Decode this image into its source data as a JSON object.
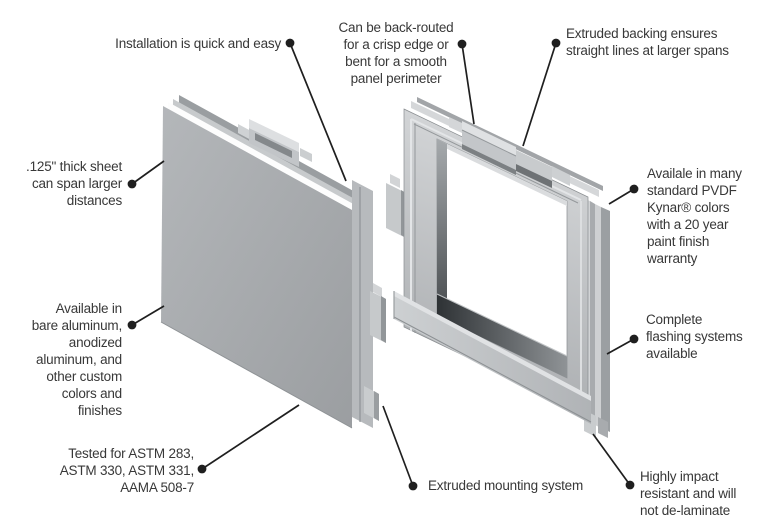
{
  "diagram": {
    "subject": "Exploded view of an aluminum plate panel system with extruded mounting frame",
    "colors": {
      "background": "#ffffff",
      "text": "#383838",
      "leader": "#1f1f1f",
      "metal_light": "#d8dadc",
      "metal_mid": "#b3b6b9",
      "metal_dark": "#4e5255"
    }
  },
  "callouts": {
    "installation": {
      "text": "Installation is quick and easy"
    },
    "back_routed": {
      "text": "Can be back-routed\nfor a crisp edge or\nbent for a smooth\npanel perimeter"
    },
    "extruded_backing": {
      "text": "Extruded backing ensures\nstraight lines at larger spans"
    },
    "sheet125": {
      "text": ".125\" thick sheet\ncan span larger\ndistances"
    },
    "pvdf": {
      "text": "Availale in many\nstandard PVDF\nKynar® colors\nwith a 20 year\npaint finish\nwarranty"
    },
    "bare_aluminum": {
      "text": "Available in\nbare aluminum,\nanodized\naluminum, and\nother custom\ncolors and\nfinishes"
    },
    "tested": {
      "text": "Tested for ASTM 283,\nASTM 330, ASTM 331,\nAAMA 508-7"
    },
    "flashing": {
      "text": "Complete\nflashing systems\navailable"
    },
    "mounting": {
      "text": "Extruded mounting system"
    },
    "impact": {
      "text": "Highly impact\nresistant and will\nnot de-laminate"
    }
  }
}
